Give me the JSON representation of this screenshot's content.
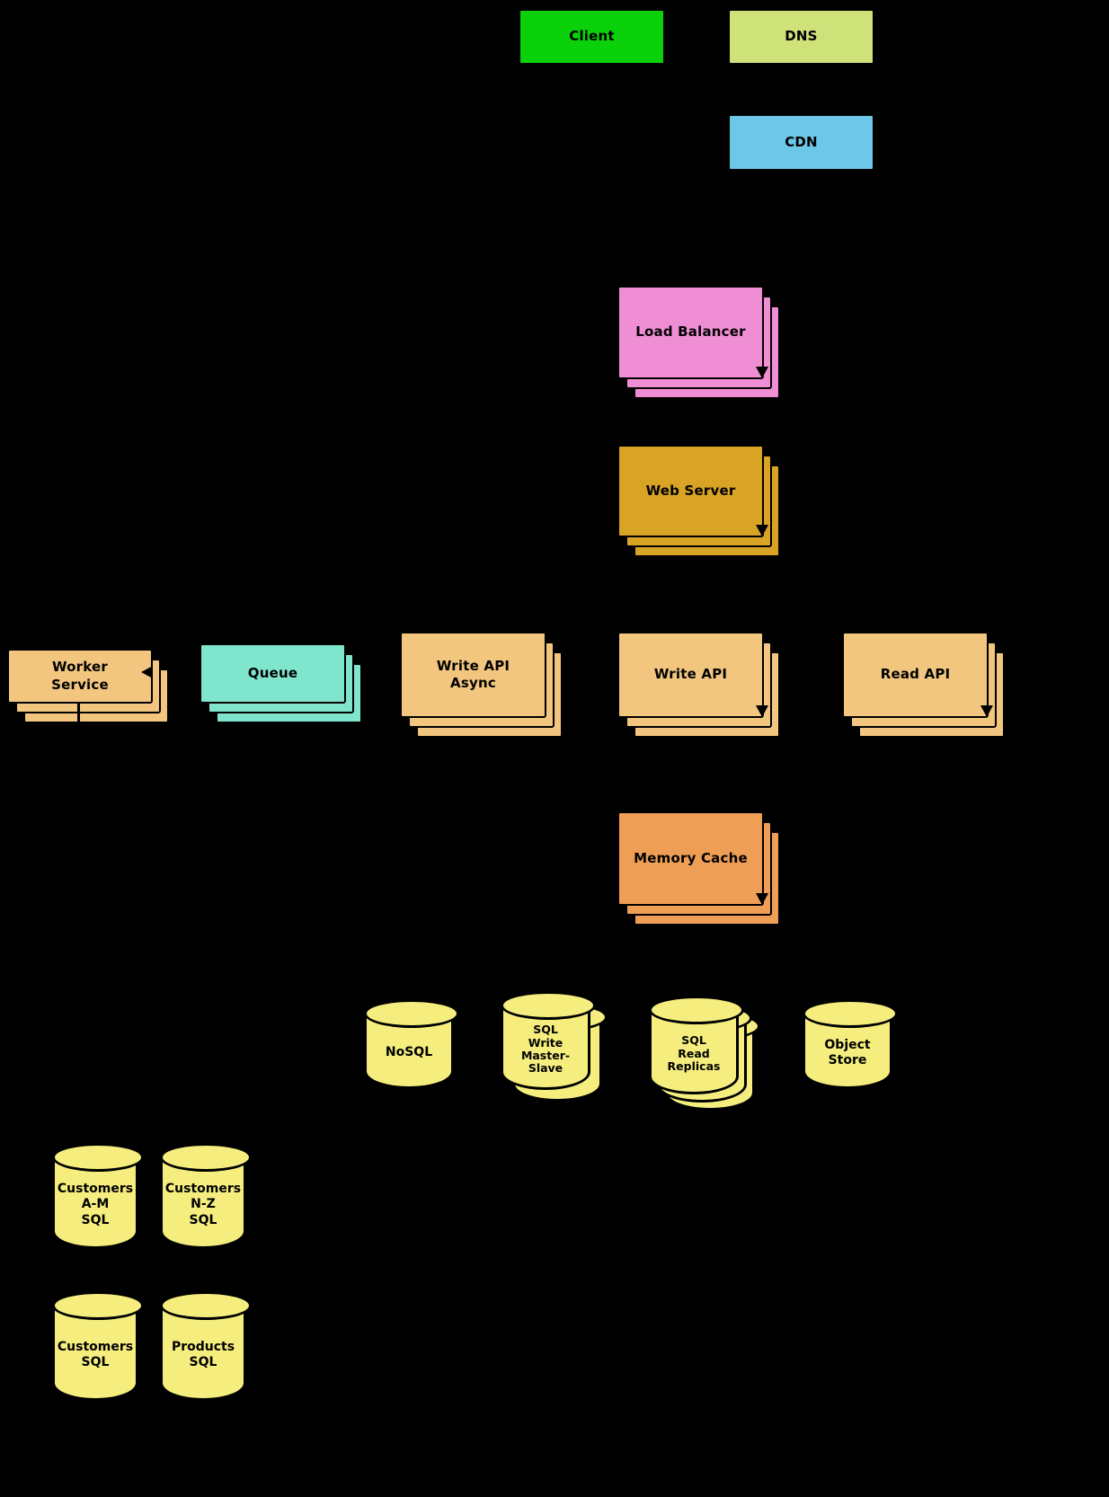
{
  "diagram": {
    "background": "#000000",
    "nodes": {
      "client": {
        "label": "Client",
        "color": "#0ad10a"
      },
      "dns": {
        "label": "DNS",
        "color": "#cfe27a"
      },
      "cdn": {
        "label": "CDN",
        "color": "#6cc7e8"
      },
      "load_balancer": {
        "label": "Load Balancer",
        "color": "#ef8ed5"
      },
      "web_server": {
        "label": "Web Server",
        "color": "#d9a325"
      },
      "worker_service": {
        "label": "Worker\nService",
        "color": "#f2c67f"
      },
      "queue": {
        "label": "Queue",
        "color": "#7fe6cd"
      },
      "write_api_async": {
        "label": "Write API\nAsync",
        "color": "#f2c67f"
      },
      "write_api": {
        "label": "Write API",
        "color": "#f2c67f"
      },
      "read_api": {
        "label": "Read API",
        "color": "#f2c67f"
      },
      "memory_cache": {
        "label": "Memory Cache",
        "color": "#ef9f55"
      },
      "nosql": {
        "label": "NoSQL",
        "color": "#f5ee7e"
      },
      "sql_write": {
        "label": "SQL\nWrite\nMaster-\nSlave",
        "color": "#f5ee7e"
      },
      "sql_read": {
        "label": "SQL\nRead\nReplicas",
        "color": "#f5ee7e"
      },
      "object_store": {
        "label": "Object\nStore",
        "color": "#f5ee7e"
      },
      "customers_am": {
        "label": "Customers\nA-M\nSQL",
        "color": "#f5ee7e"
      },
      "customers_nz": {
        "label": "Customers\nN-Z\nSQL",
        "color": "#f5ee7e"
      },
      "customers_sql": {
        "label": "Customers\nSQL",
        "color": "#f5ee7e"
      },
      "products_sql": {
        "label": "Products\nSQL",
        "color": "#f5ee7e"
      }
    }
  }
}
